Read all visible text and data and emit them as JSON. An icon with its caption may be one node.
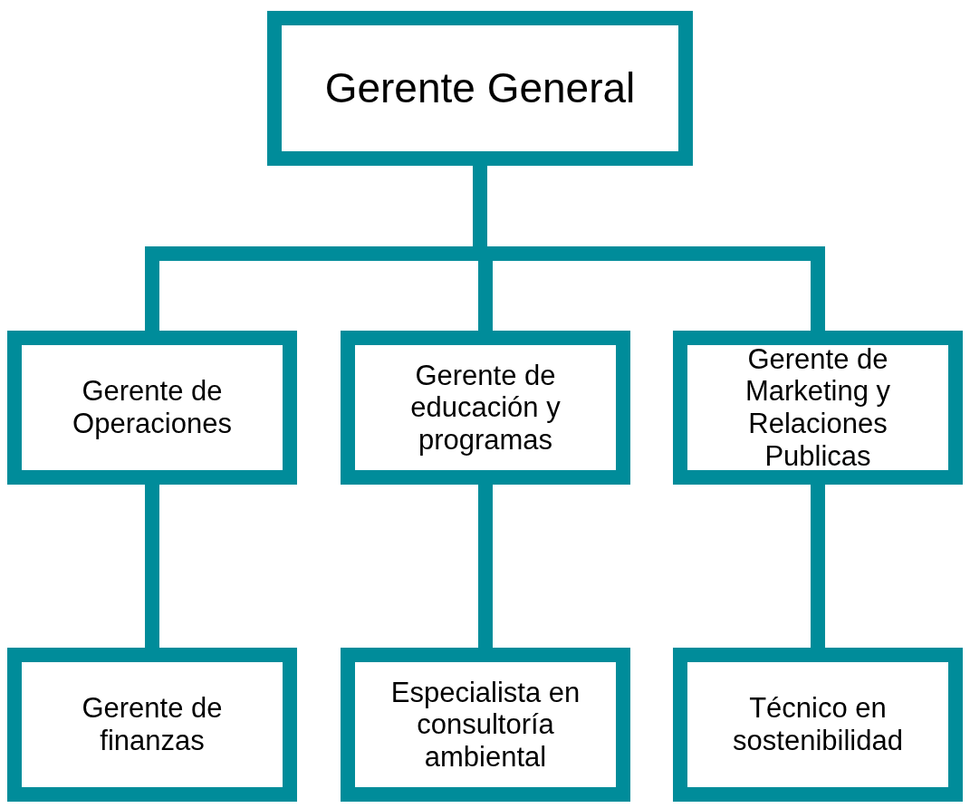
{
  "diagram": {
    "nodes": [
      {
        "text": [
          "Gerente General"
        ]
      },
      {
        "text": [
          "Gerente de Operaciones"
        ]
      },
      {
        "text": [
          "Gerente de educación y programas"
        ]
      },
      {
        "text": [
          "Gerente de Marketing y Relaciones Publicas"
        ]
      },
      {
        "text": [
          "Gerente de finanzas"
        ]
      },
      {
        "text": [
          "Especialista en consultoría ambiental"
        ]
      },
      {
        "text": [
          "Técnico en sostenibilidad"
        ]
      }
    ],
    "edges": [
      {
        "from": 0,
        "to": 1,
        "arrow": "none"
      },
      {
        "from": 0,
        "to": 2,
        "arrow": "none"
      },
      {
        "from": 0,
        "to": 3,
        "arrow": "none"
      },
      {
        "from": 1,
        "to": 4,
        "arrow": "none"
      },
      {
        "from": 2,
        "to": 5,
        "arrow": "none"
      },
      {
        "from": 3,
        "to": 6,
        "arrow": "none"
      }
    ]
  }
}
